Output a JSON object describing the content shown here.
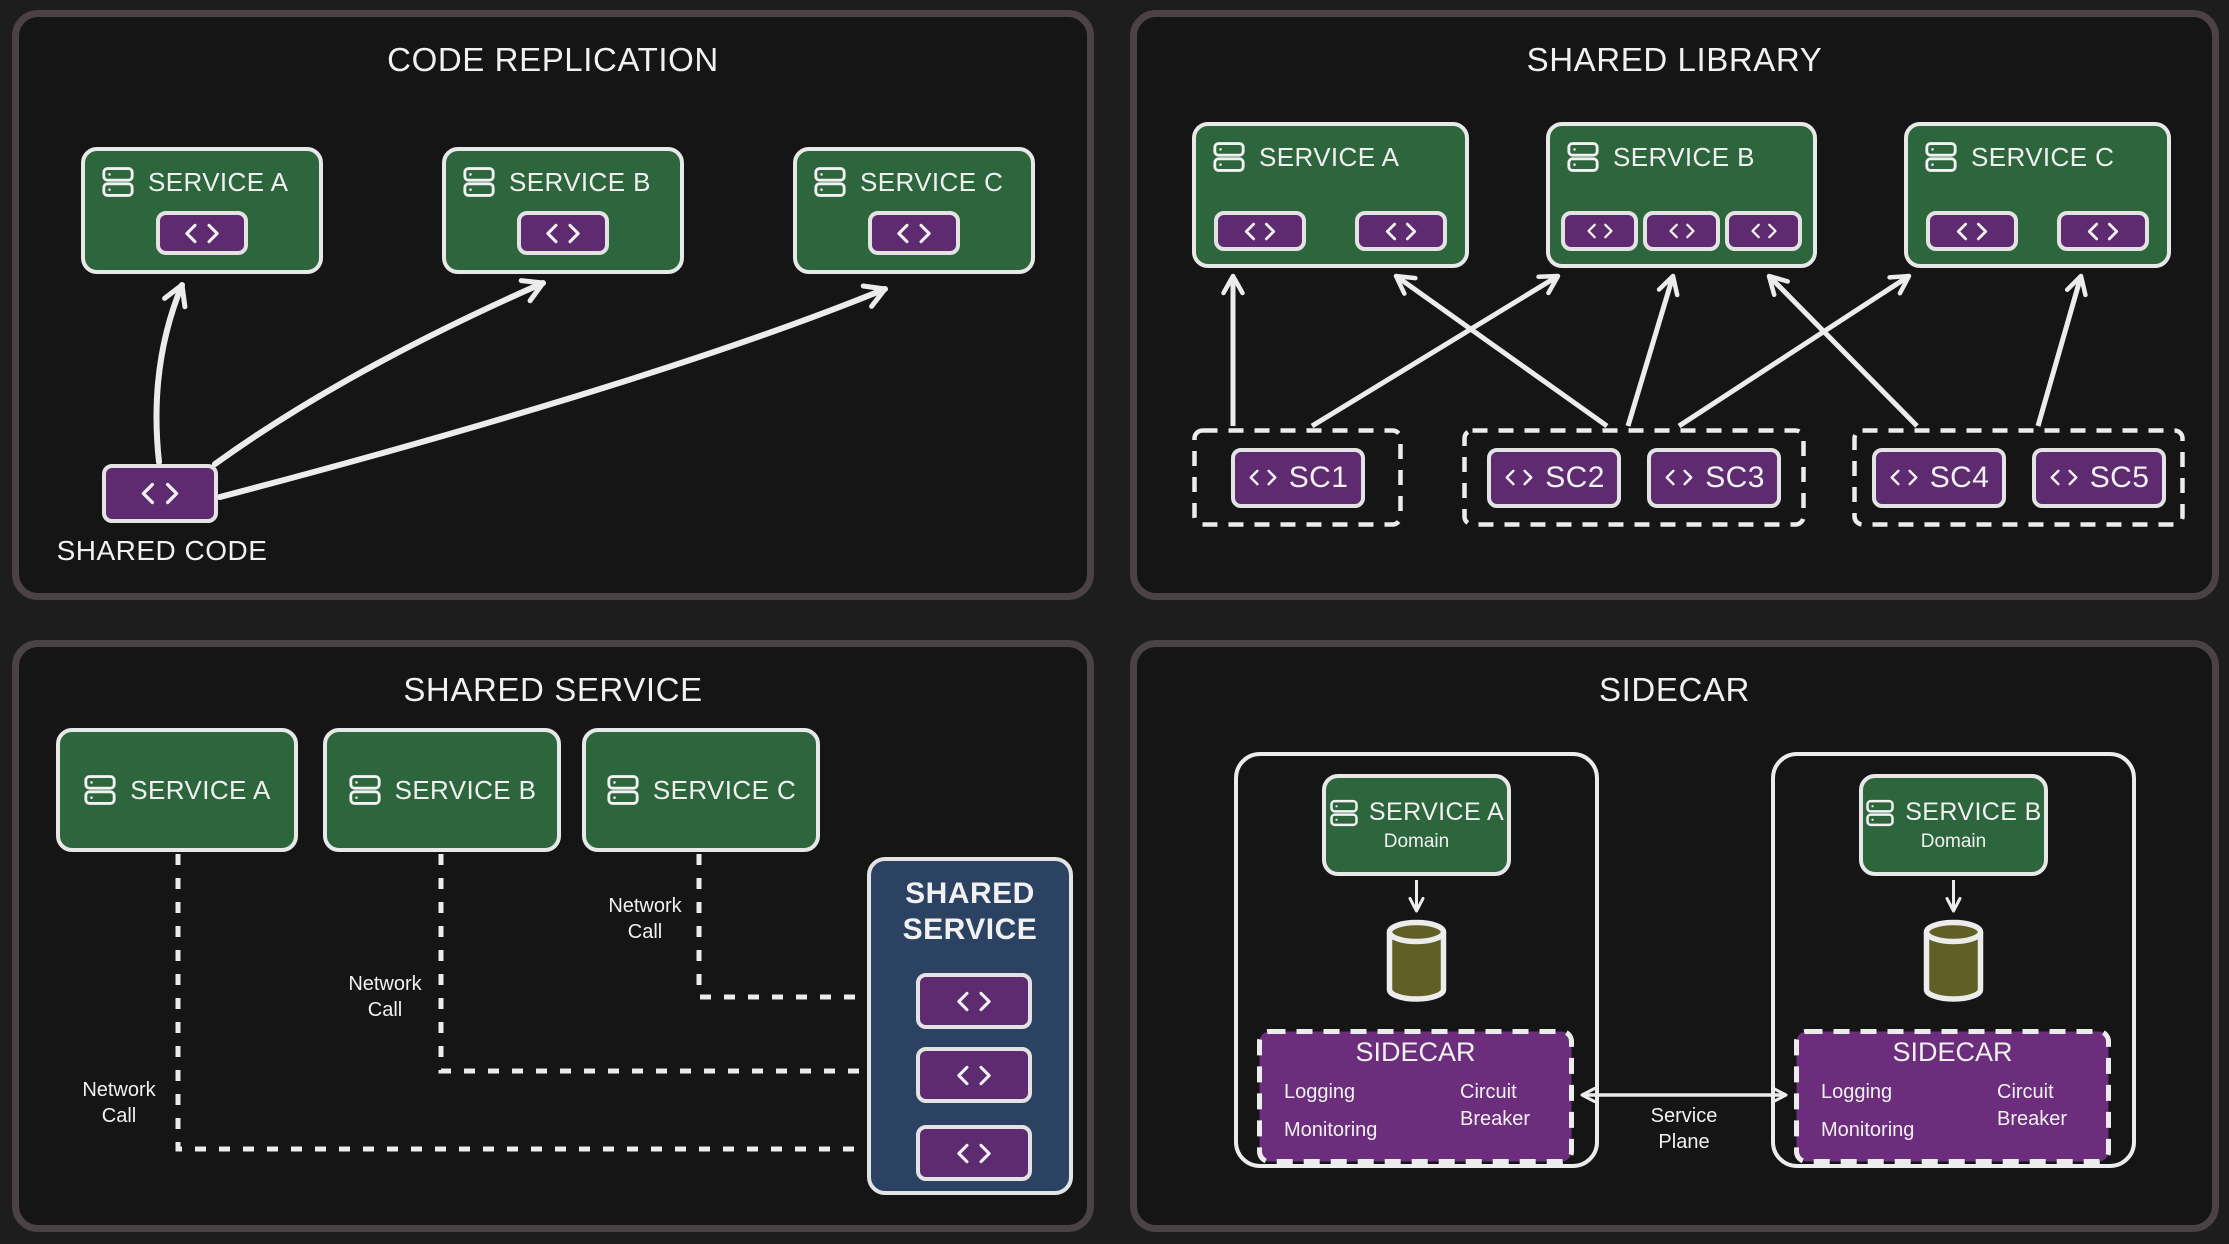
{
  "colors": {
    "background": "#1d1d1d",
    "panel_background": "#151515",
    "panel_border": "#4b4246",
    "service_green": "#2d663c",
    "code_purple": "#5f2b70",
    "sidecar_purple": "#6b2d7c",
    "shared_service_blue": "#2c4263",
    "database_olive": "#5f5f26",
    "line_white": "#ececec",
    "text": "#f1f1f1"
  },
  "panels": {
    "code_replication": {
      "title": "CODE REPLICATION",
      "services": [
        {
          "label": "SERVICE A"
        },
        {
          "label": "SERVICE B"
        },
        {
          "label": "SERVICE C"
        }
      ],
      "shared_code_label": "SHARED CODE"
    },
    "shared_library": {
      "title": "SHARED LIBRARY",
      "services": [
        {
          "label": "SERVICE A"
        },
        {
          "label": "SERVICE B"
        },
        {
          "label": "SERVICE C"
        }
      ],
      "libraries": [
        {
          "label": "SC1"
        },
        {
          "label": "SC2"
        },
        {
          "label": "SC3"
        },
        {
          "label": "SC4"
        },
        {
          "label": "SC5"
        }
      ]
    },
    "shared_service": {
      "title": "SHARED SERVICE",
      "services": [
        {
          "label": "SERVICE A"
        },
        {
          "label": "SERVICE B"
        },
        {
          "label": "SERVICE C"
        }
      ],
      "shared_box": {
        "title_line1": "SHARED",
        "title_line2": "SERVICE"
      },
      "network_call": {
        "line1": "Network",
        "line2": "Call"
      }
    },
    "sidecar": {
      "title": "SIDECAR",
      "instances": [
        {
          "service_label": "SERVICE A",
          "service_sub": "Domain",
          "sidecar_title": "SIDECAR",
          "features_left": [
            "Logging",
            "Monitoring"
          ],
          "features_right": [
            "Circuit Breaker"
          ]
        },
        {
          "service_label": "SERVICE B",
          "service_sub": "Domain",
          "sidecar_title": "SIDECAR",
          "features_left": [
            "Logging",
            "Monitoring"
          ],
          "features_right": [
            "Circuit Breaker"
          ]
        }
      ],
      "plane_label": {
        "line1": "Service",
        "line2": "Plane"
      }
    }
  }
}
